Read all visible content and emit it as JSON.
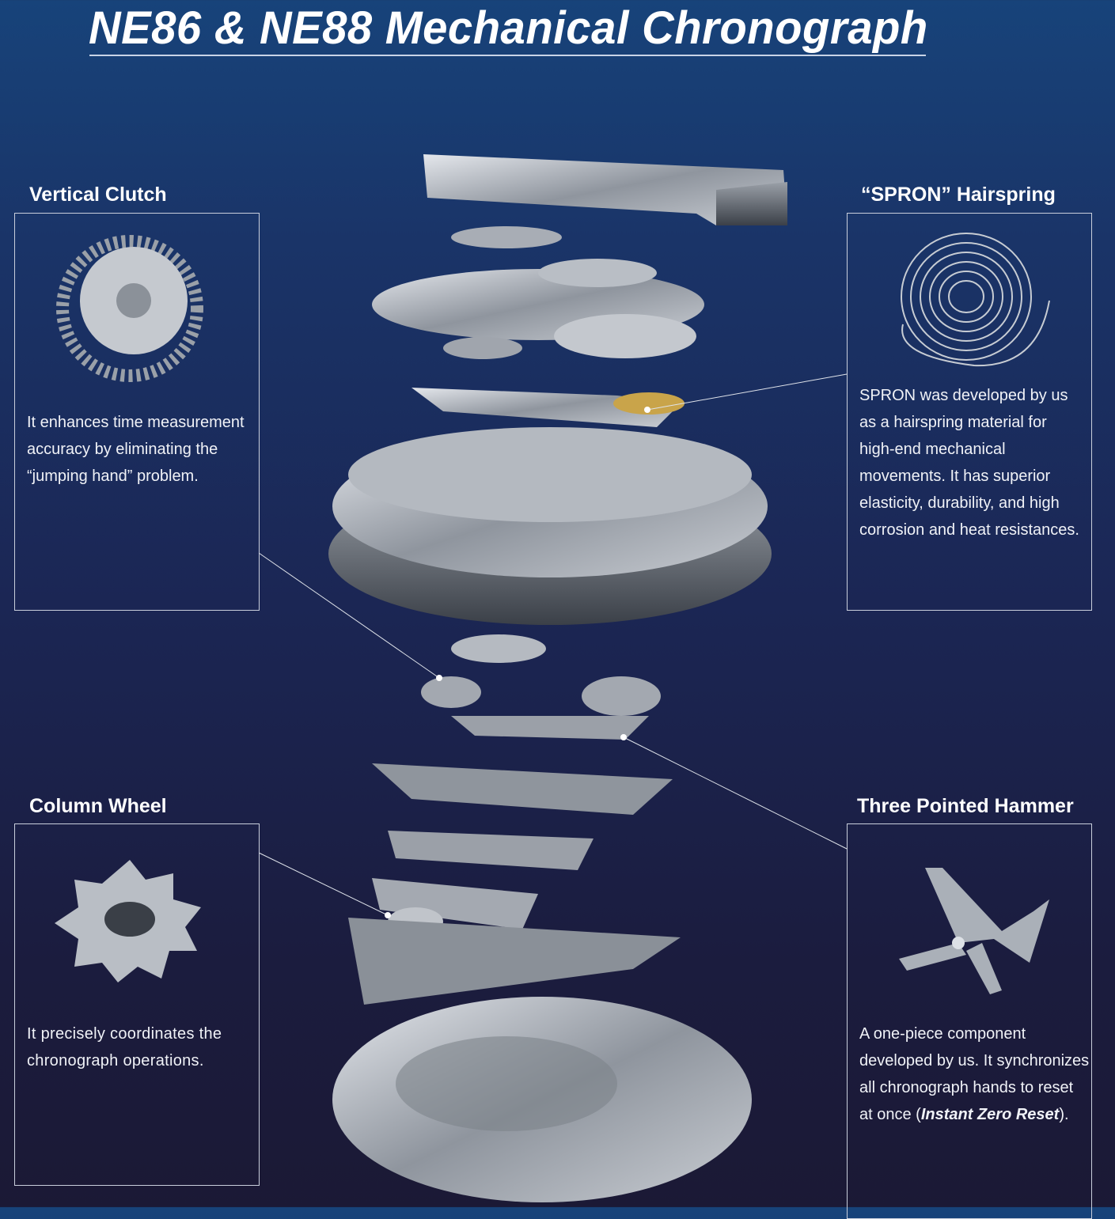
{
  "title": "NE86 & NE88 Mechanical Chronograph",
  "panels": {
    "vertical_clutch": {
      "heading": "Vertical Clutch",
      "text": [
        "It enhances time measurement",
        "accuracy by eliminating the",
        "“jumping hand” problem."
      ]
    },
    "spron": {
      "heading": "“SPRON” Hairspring",
      "text": [
        "SPRON was developed by us",
        "as a hairspring material for",
        "high-end mechanical",
        "movements.  It has superior",
        "elasticity, durability, and high",
        "corrosion and heat resistances."
      ]
    },
    "column_wheel": {
      "heading": "Column Wheel",
      "text": [
        "It precisely coordinates the",
        "chronograph operations."
      ]
    },
    "hammer": {
      "heading": "Three Pointed Hammer",
      "text": [
        "A one-piece component",
        "developed by us.  It synchronizes",
        "all chronograph hands to reset"
      ],
      "last_prefix": "at once (",
      "last_em": "Instant Zero Reset",
      "last_suffix": ")."
    }
  }
}
